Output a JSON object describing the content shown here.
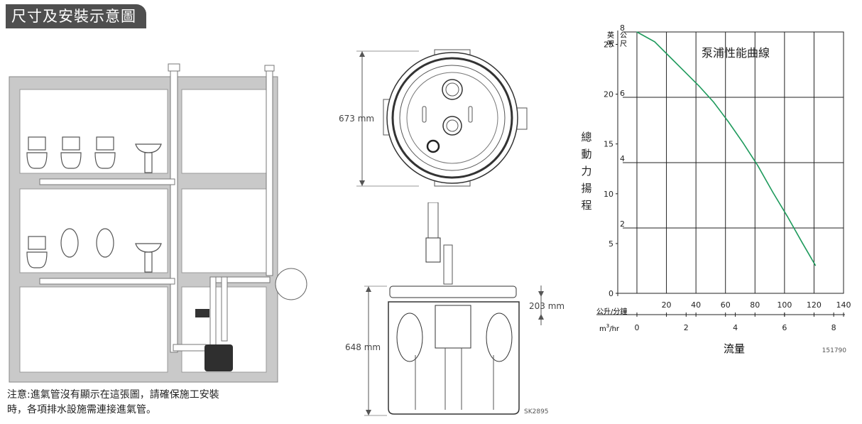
{
  "section_title": "尺寸及安裝示意圖",
  "note": {
    "line1": "注意:進氣管沒有顯示在這張圖，請確保施工安裝",
    "line2": "時，各項排水設施需連接進氣管。"
  },
  "dimensions": {
    "top_view_diameter": "673 mm",
    "side_view_height": "648 mm",
    "side_view_inlet": "203 mm",
    "drawing_code": "SK2895"
  },
  "chart_data": {
    "type": "line",
    "title": "泵浦性能曲線",
    "xlabel": "流量",
    "ylabel": "總動力揚程",
    "x_axis_primary": {
      "unit": "公升/分鐘",
      "ticks": [
        0,
        20,
        40,
        60,
        80,
        100,
        120,
        140
      ],
      "range": [
        0,
        140
      ]
    },
    "x_axis_secondary": {
      "unit_prefix": "m",
      "unit_superscript": "3",
      "unit_suffix": "/hr",
      "ticks": [
        0,
        2,
        4,
        6,
        8
      ]
    },
    "y_axis_left": {
      "unit_line1": "英",
      "unit_line2": "呎",
      "ticks": [
        0,
        5,
        10,
        15,
        20,
        25
      ]
    },
    "y_axis_right": {
      "unit_line1": "公",
      "unit_line2": "尺",
      "ticks": [
        2,
        4,
        6,
        8
      ]
    },
    "ylim_m": [
      0,
      8
    ],
    "grid": true,
    "line_color": "#1e9a5c",
    "series": [
      {
        "x": [
          0,
          12,
          22,
          32,
          42,
          52,
          62,
          72,
          82,
          92,
          102,
          112,
          121
        ],
        "y": [
          8.0,
          7.7,
          7.25,
          6.8,
          6.35,
          5.85,
          5.25,
          4.6,
          3.9,
          3.1,
          2.35,
          1.55,
          0.85
        ]
      }
    ],
    "code": "151790"
  }
}
